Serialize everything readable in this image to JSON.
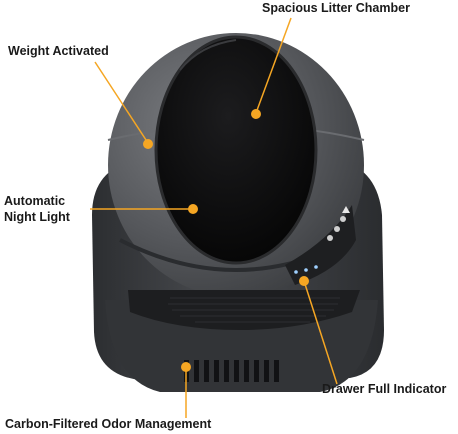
{
  "callouts": {
    "chamber": "Spacious Litter Chamber",
    "weight": "Weight Activated",
    "night_line1": "Automatic",
    "night_line2": "Night Light",
    "drawer": "Drawer Full Indicator",
    "carbon": "Carbon-Filtered Odor Management"
  },
  "colors": {
    "callout_dot": "#f5a623",
    "body_dark": "#3b3d40",
    "globe": "#56585c",
    "window": "#0b0b0c"
  }
}
